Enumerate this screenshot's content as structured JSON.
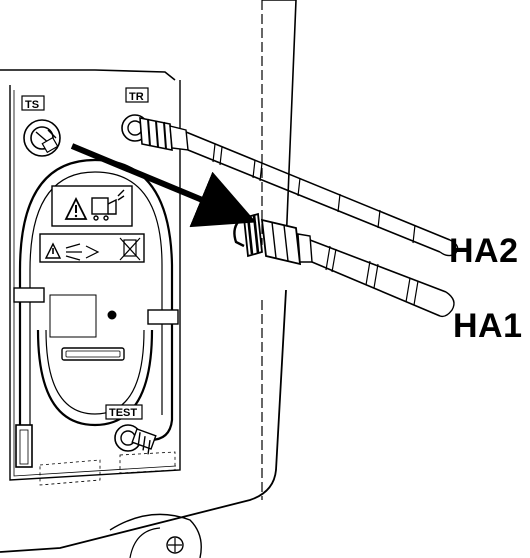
{
  "figure": {
    "port_labels": {
      "ts": "TS",
      "tr": "TR",
      "test": "TEST"
    },
    "callouts": {
      "ha2": "HA2",
      "ha1": "HA1"
    },
    "colors": {
      "line": "#000000",
      "background": "#ffffff"
    },
    "icons": [
      "warning-triangle-icon",
      "device-icon",
      "crossed-out-bin-icon",
      "arrow-icon"
    ]
  }
}
